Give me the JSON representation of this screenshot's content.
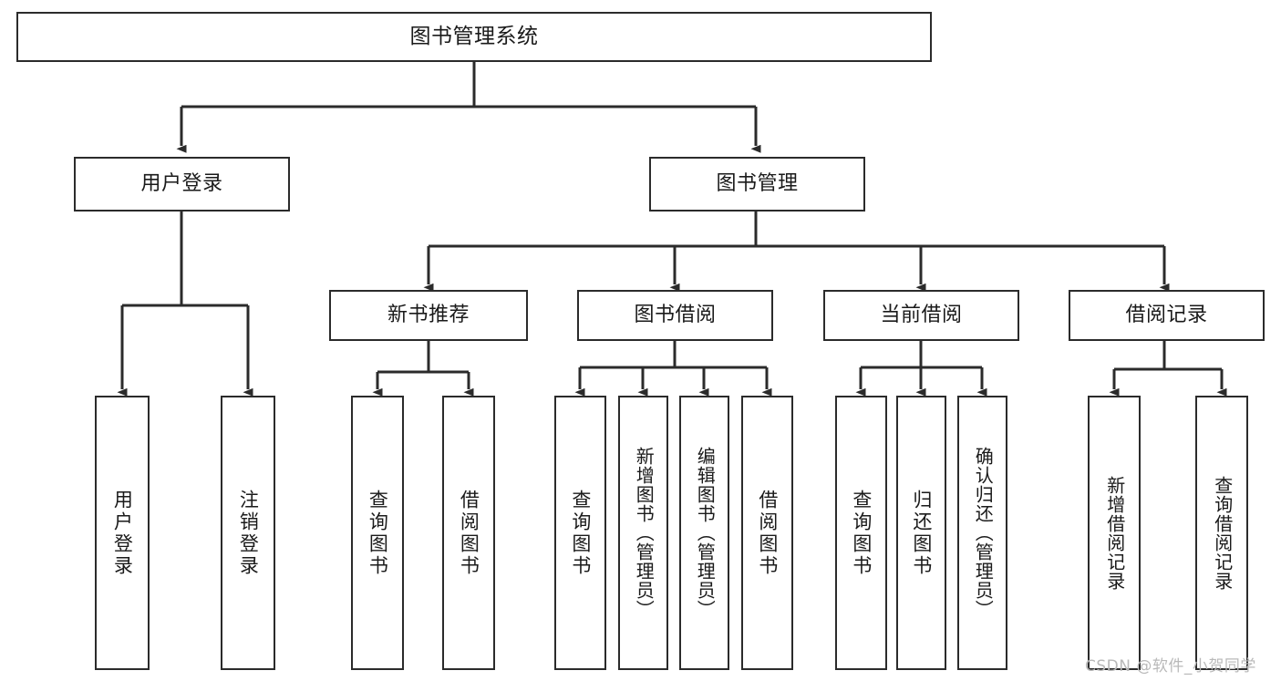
{
  "diagram": {
    "title": "图书管理系统",
    "type": "tree",
    "root": {
      "id": "root",
      "label": "图书管理系统"
    },
    "level2": [
      {
        "id": "user-login",
        "label": "用户登录"
      },
      {
        "id": "book-management",
        "label": "图书管理"
      }
    ],
    "level3": [
      {
        "id": "new-book-recommend",
        "label": "新书推荐",
        "parent": "book-management"
      },
      {
        "id": "book-borrow",
        "label": "图书借阅",
        "parent": "book-management"
      },
      {
        "id": "current-borrow",
        "label": "当前借阅",
        "parent": "book-management"
      },
      {
        "id": "borrow-record",
        "label": "借阅记录",
        "parent": "book-management"
      }
    ],
    "leaves": [
      {
        "id": "leaf-user-login",
        "label": "用户登录",
        "parent": "user-login"
      },
      {
        "id": "leaf-user-logout",
        "label": "注销登录",
        "parent": "user-login"
      },
      {
        "id": "leaf-query-book-1",
        "label": "查询图书",
        "parent": "new-book-recommend"
      },
      {
        "id": "leaf-borrow-book-1",
        "label": "借阅图书",
        "parent": "new-book-recommend"
      },
      {
        "id": "leaf-query-book-2",
        "label": "查询图书",
        "parent": "book-borrow"
      },
      {
        "id": "leaf-add-book",
        "label": "新增图书（管理员）",
        "parent": "book-borrow"
      },
      {
        "id": "leaf-edit-book",
        "label": "编辑图书（管理员）",
        "parent": "book-borrow"
      },
      {
        "id": "leaf-borrow-book-2",
        "label": "借阅图书",
        "parent": "book-borrow"
      },
      {
        "id": "leaf-query-book-3",
        "label": "查询图书",
        "parent": "current-borrow"
      },
      {
        "id": "leaf-return-book",
        "label": "归还图书",
        "parent": "current-borrow"
      },
      {
        "id": "leaf-confirm-return",
        "label": "确认归还（管理员）",
        "parent": "current-borrow"
      },
      {
        "id": "leaf-add-record",
        "label": "新增借阅记录",
        "parent": "borrow-record"
      },
      {
        "id": "leaf-query-record",
        "label": "查询借阅记录",
        "parent": "borrow-record"
      }
    ],
    "colors": {
      "stroke": "#2b2b2b",
      "fill": "#ffffff",
      "text": "#1a1a1a",
      "watermark": "#b9b9b9"
    }
  },
  "watermark": {
    "text": "CSDN @软件_小贺同学"
  }
}
